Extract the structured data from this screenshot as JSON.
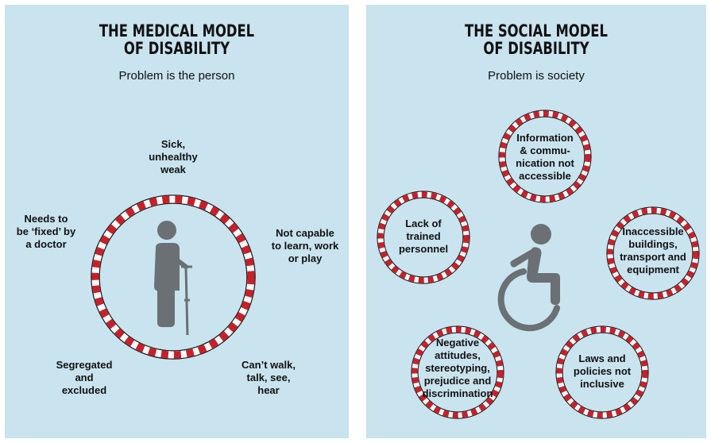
{
  "medical": {
    "title_line1": "THE MEDICAL MODEL",
    "title_line2": "OF DISABILITY",
    "subtitle": "Problem is the person",
    "labels": {
      "sick": [
        "Sick,",
        "unhealthy",
        "weak"
      ],
      "fixed": [
        "Needs to",
        "be ‘fixed’ by",
        "a doctor"
      ],
      "not_capable": [
        "Not capable",
        "to learn, work",
        "or play"
      ],
      "segregated": [
        "Segregated",
        "and",
        "excluded"
      ],
      "cant_walk": [
        "Can’t walk,",
        "talk, see,",
        "hear"
      ]
    },
    "icon": "person-with-crutch-icon"
  },
  "social": {
    "title_line1": "THE SOCIAL MODEL",
    "title_line2": "OF DISABILITY",
    "subtitle": "Problem is society",
    "barriers": {
      "information": [
        "Information",
        "& commu-",
        "nication not",
        "accessible"
      ],
      "personnel": [
        "Lack of",
        "trained",
        "personnel"
      ],
      "buildings": [
        "Inaccessible",
        "buildings,",
        "transport and",
        "equipment"
      ],
      "attitudes": [
        "Negative",
        "attitudes,",
        "stereotyping,",
        "prejudice and",
        "discrimination"
      ],
      "laws": [
        "Laws and",
        "policies not",
        "inclusive"
      ]
    },
    "icon": "wheelchair-user-icon"
  },
  "colors": {
    "panel_bg": "#c9e3ef",
    "ring_red": "#c8202a",
    "ring_white": "#ffffff",
    "figure_gray": "#6a7073"
  }
}
